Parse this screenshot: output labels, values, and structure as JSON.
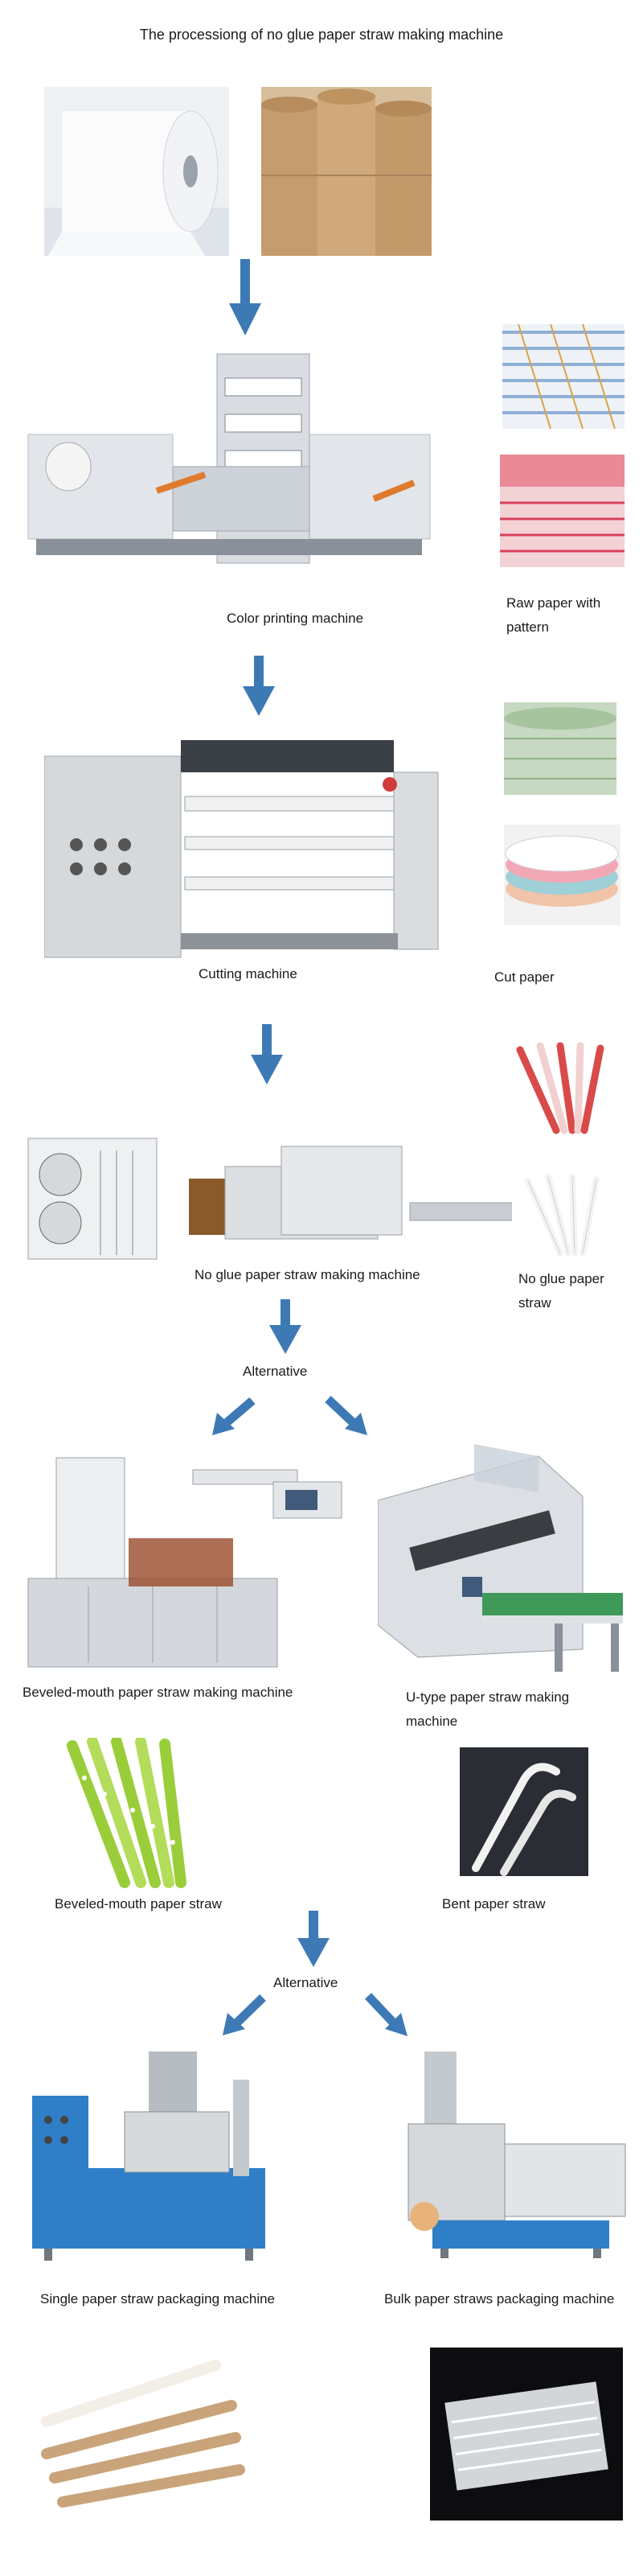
{
  "title": "The processiong of no glue paper straw making machine",
  "labels": {
    "color_printing": "Color printing machine",
    "raw_paper": "Raw paper with pattern",
    "cutting": "Cutting machine",
    "cut_paper": "Cut paper",
    "no_glue_machine": "No glue paper straw making machine",
    "no_glue_straw": "No glue paper straw",
    "alternative_1": "Alternative",
    "beveled_machine": "Beveled-mouth paper straw making machine",
    "u_type_machine": "U-type paper straw making machine",
    "beveled_straw": "Beveled-mouth paper straw",
    "bent_straw": "Bent paper straw",
    "alternative_2": "Alternative",
    "single_pack": "Single paper straw packaging machine",
    "bulk_pack": "Bulk paper straws packaging machine"
  },
  "colors": {
    "arrow": "#3d7ab5",
    "machine_body": "#dfe3e8",
    "machine_blue": "#2f7fc8",
    "kraft": "#c9a47a",
    "dark": "#2a2d33",
    "straw_red": "#d94a4a",
    "straw_green": "#9acd3a"
  }
}
